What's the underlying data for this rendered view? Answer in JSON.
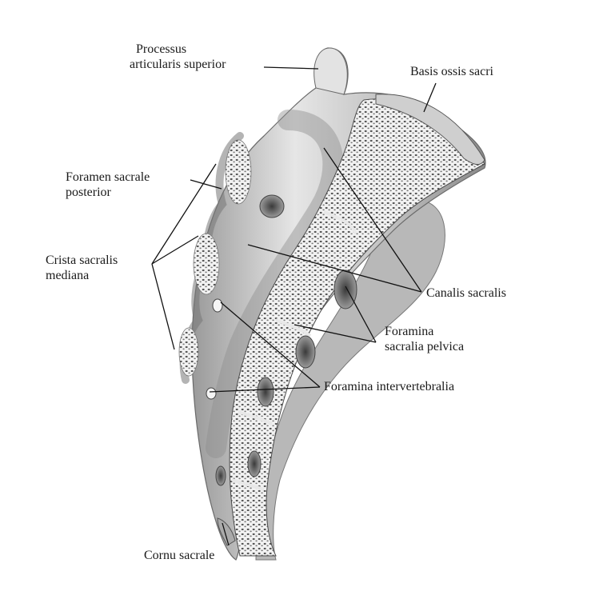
{
  "labels": {
    "processus": {
      "line1": "Processus",
      "line2": "articularis superior"
    },
    "basis": {
      "line1": "Basis ossis sacri"
    },
    "foramen_posterior": {
      "line1": "Foramen sacrale",
      "line2": "posterior"
    },
    "crista": {
      "line1": "Crista sacralis",
      "line2": "mediana"
    },
    "canalis": {
      "line1": "Canalis sacralis"
    },
    "foramina_pelvica": {
      "line1": "Foramina",
      "line2": "sacralia pelvica"
    },
    "foramina_intervertebralia": {
      "line1": "Foramina intervertebralia"
    },
    "cornu": {
      "line1": "Cornu sacrale"
    }
  },
  "colors": {
    "bone_light": "#eeeeee",
    "bone_mid": "#bdbdbd",
    "bone_dark": "#6e6e6e",
    "spongy": "#444444",
    "leader": "#111111"
  }
}
